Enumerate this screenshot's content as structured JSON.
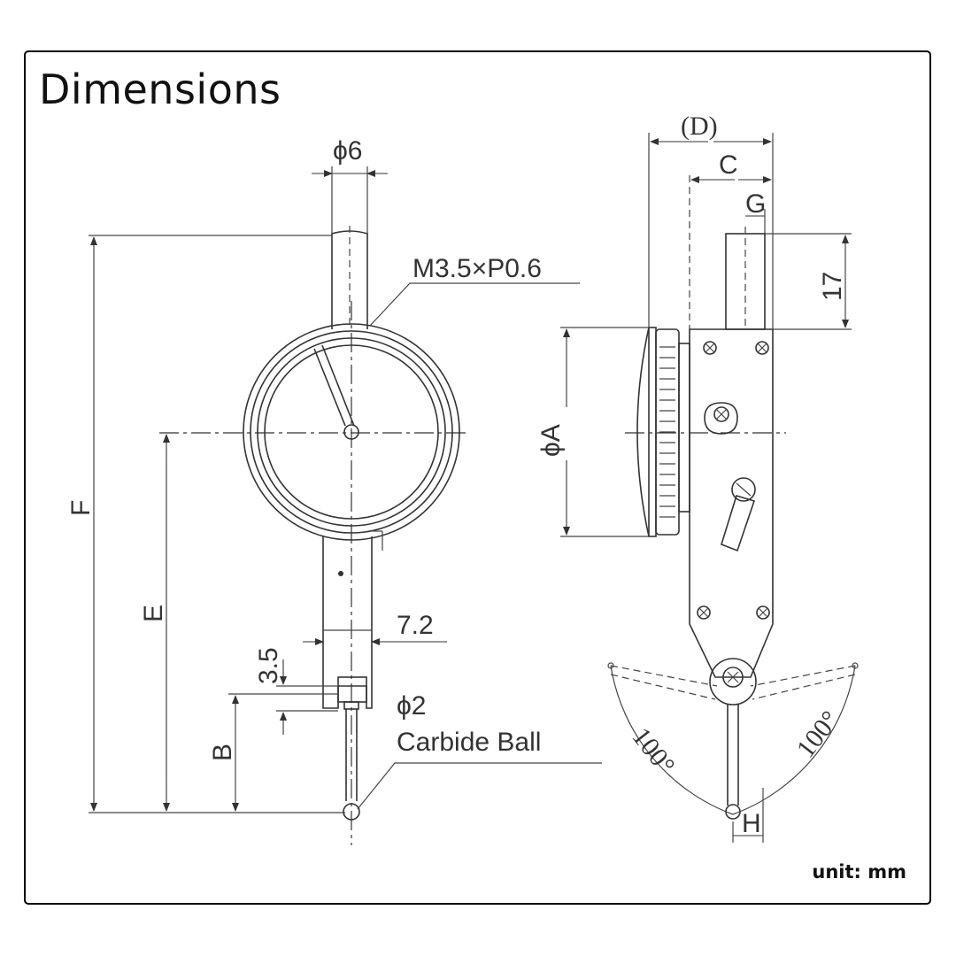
{
  "title": "Dimensions",
  "unit_note": "unit: mm",
  "labels": {
    "phi6": "ϕ6",
    "thread": "M3.5×P0.6",
    "F": "F",
    "E": "E",
    "B": "B",
    "dim_7_2": "7.2",
    "dim_3_5": "3.5",
    "phi2": "ϕ2",
    "carbide_ball": "Carbide Ball",
    "D": "(D)",
    "C": "C",
    "G": "G",
    "dim_17": "17",
    "phiA": "ϕA",
    "angle_left": "100°",
    "angle_right": "100°",
    "H": "H"
  }
}
